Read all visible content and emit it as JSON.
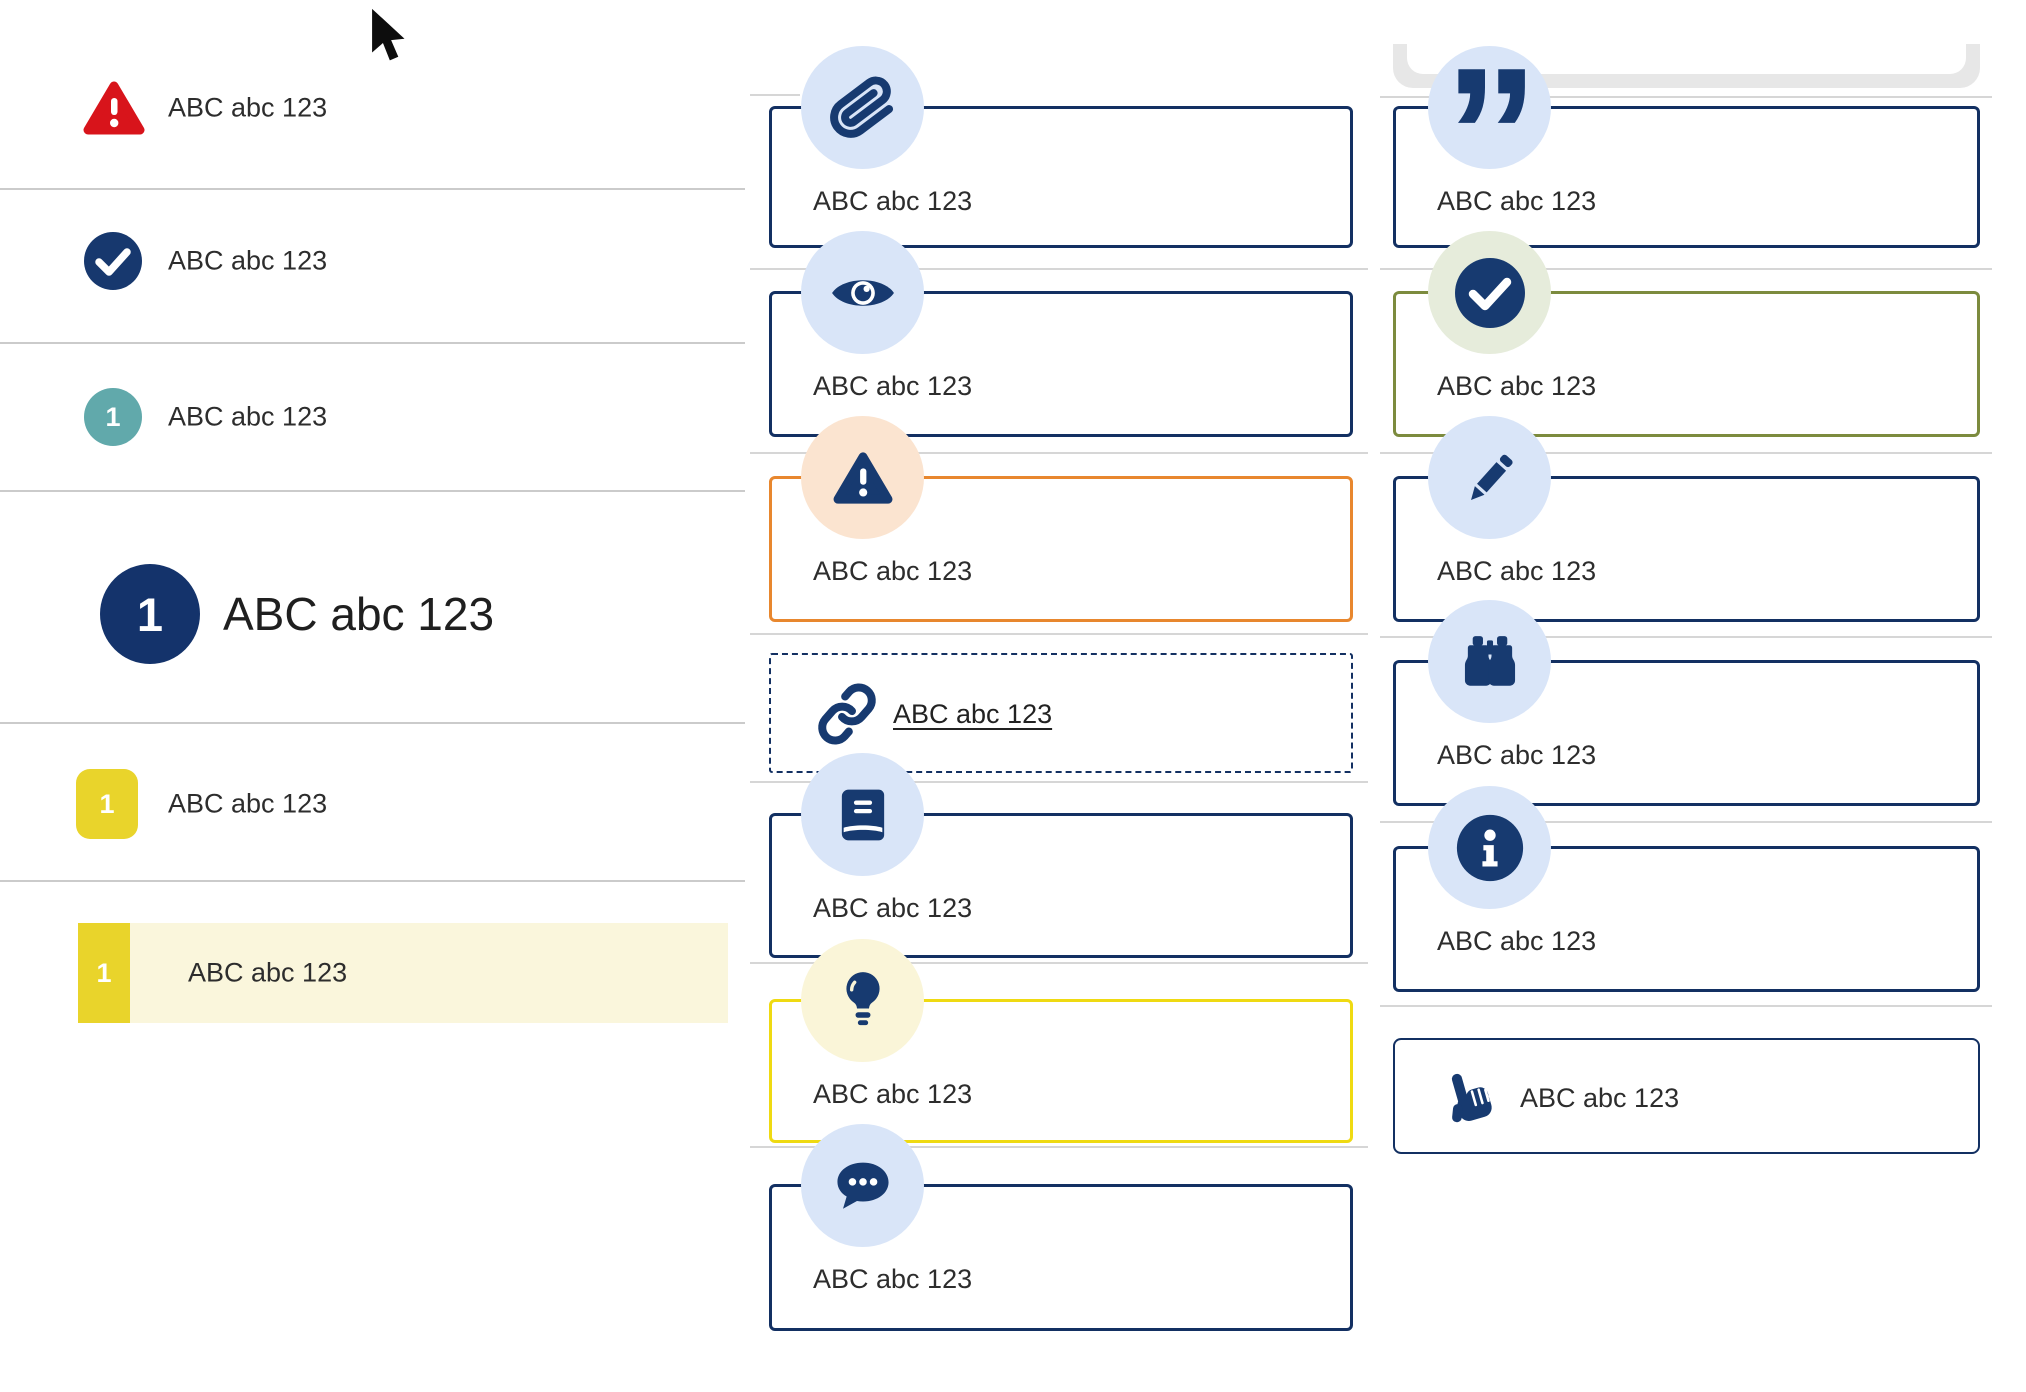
{
  "left_list": {
    "items": [
      {
        "icon": "alert-triangle-red-icon",
        "label": "ABC abc 123"
      },
      {
        "icon": "check-circle-navy-icon",
        "label": "ABC abc 123"
      },
      {
        "icon": "numbered-circle-teal",
        "badge": "1",
        "label": "ABC abc 123"
      },
      {
        "icon": "numbered-circle-navy-large",
        "badge": "1",
        "label": "ABC abc 123"
      },
      {
        "icon": "numbered-square-yellow",
        "badge": "1",
        "label": "ABC abc 123"
      },
      {
        "icon": "numbered-tab-yellow-selected",
        "badge": "1",
        "label": "ABC abc 123"
      }
    ]
  },
  "middle_cards": [
    {
      "icon": "paperclip-icon",
      "variant": "navy",
      "label": "ABC abc 123"
    },
    {
      "icon": "eye-icon",
      "variant": "navy",
      "label": "ABC abc 123"
    },
    {
      "icon": "alert-triangle-icon",
      "variant": "orange",
      "label": "ABC abc 123"
    },
    {
      "icon": "link-icon",
      "variant": "dashed-link",
      "label": "ABC abc 123"
    },
    {
      "icon": "book-icon",
      "variant": "navy",
      "label": "ABC abc 123"
    },
    {
      "icon": "lightbulb-icon",
      "variant": "yellow",
      "label": "ABC abc 123"
    },
    {
      "icon": "chat-bubble-icon",
      "variant": "navy",
      "label": "ABC abc 123"
    }
  ],
  "right_cards": [
    {
      "icon": "quote-icon",
      "variant": "navy",
      "label": "ABC abc 123"
    },
    {
      "icon": "check-circle-icon",
      "variant": "green",
      "label": "ABC abc 123"
    },
    {
      "icon": "pencil-icon",
      "variant": "navy",
      "label": "ABC abc 123"
    },
    {
      "icon": "binoculars-icon",
      "variant": "navy",
      "label": "ABC abc 123"
    },
    {
      "icon": "info-icon",
      "variant": "navy",
      "label": "ABC abc 123"
    },
    {
      "icon": "hand-pointer-icon",
      "variant": "navy-inline",
      "label": "ABC abc 123"
    }
  ],
  "colors": {
    "navy_border": "#133062",
    "navy_icon": "#173a70",
    "light_blue_badge": "#d9e5f8",
    "peach_badge": "#fbe4d0",
    "pale_yellow_badge": "#faf5d8",
    "pale_green_badge": "#e6ecdb",
    "orange_border": "#e8872e",
    "yellow_border": "#efda12",
    "olive_border": "#7c8b3e",
    "alert_red": "#d8141b",
    "teal_badge": "#61a9ab",
    "yellow_badge": "#e9d42b",
    "highlight_row_bg": "#faf6dc",
    "divider": "#d6d6d6",
    "text": "#2d2d2d"
  }
}
